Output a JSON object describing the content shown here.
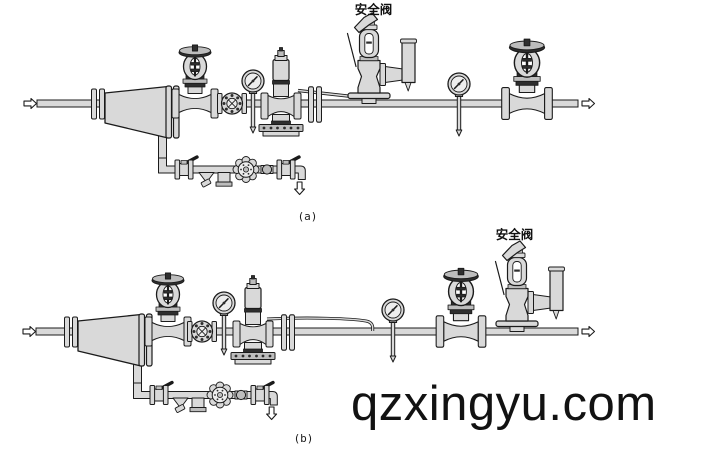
{
  "figure": {
    "panel_a": {
      "caption": "(a)",
      "safety_valve_label": "安全阀"
    },
    "panel_b": {
      "caption": "(b)",
      "safety_valve_label": "安全阀"
    },
    "watermark": "qzxingyu.com",
    "colors": {
      "line": "#1b1b1b",
      "component_fill": "#d9d9d9",
      "component_fill_mid": "#bdbdbd",
      "component_fill_dark": "#2e2e2e",
      "background": "#ffffff",
      "watermark_text": "#121212"
    },
    "icons": {
      "flow_in": "flow-arrow-right-icon",
      "flow_out": "flow-arrow-right-icon",
      "bypass_drain": "flow-arrow-down-icon"
    }
  }
}
